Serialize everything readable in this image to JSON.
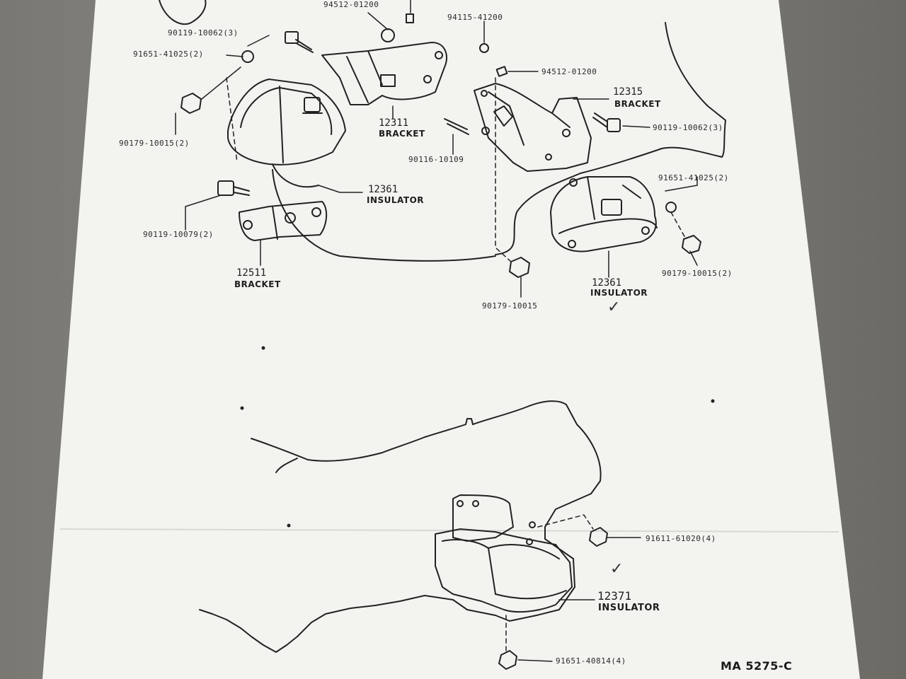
{
  "labels": {
    "p94512_top": "94512-01200",
    "p94115": "94115-41200",
    "p94512_right": "94512-01200",
    "p90119_10062_left": "90119-10062(3)",
    "p91651_41025_left": "91651-41025(2)",
    "p90179_10015_left": "90179-10015(2)",
    "p90116": "90116-10109",
    "p90119_10062_right": "90119-10062(3)",
    "p91651_41025_right": "91651-41025(2)",
    "p90119_10079": "90119-10079(2)",
    "p90179_10015_right": "90179-10015(2)",
    "p90179_10015_mid": "90179-10015",
    "p91611": "91611-61020(4)",
    "p91651_40814": "91651-40814(4)"
  },
  "parts": {
    "n12311": "12311",
    "t12311": "BRACKET",
    "n12315": "12315",
    "t12315": "BRACKET",
    "n12361a": "12361",
    "t12361a": "INSULATOR",
    "n12511": "12511",
    "t12511": "BRACKET",
    "n12361b": "12361",
    "t12361b": "INSULATOR",
    "n12371": "12371",
    "t12371": "INSULATOR"
  },
  "checks": {
    "c1": "✓",
    "c2": "✓"
  },
  "figure_code": "MA 5275-C",
  "colors": {
    "paper": "#f3f3f0",
    "ink": "#222222",
    "desk": "#7a7872"
  }
}
